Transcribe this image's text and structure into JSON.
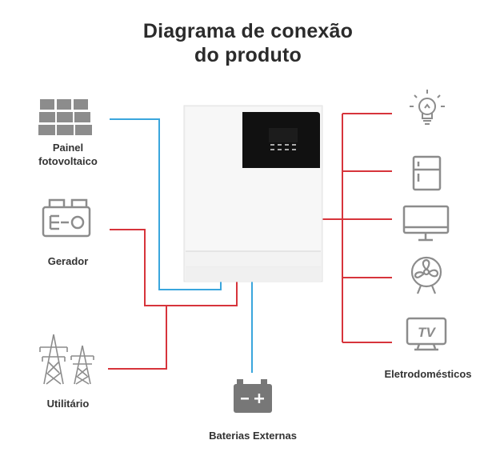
{
  "title": {
    "line1": "Diagrama de conexão",
    "line2": "do produto"
  },
  "labels": {
    "solar_line1": "Painel",
    "solar_line2": "fotovoltaico",
    "generator": "Gerador",
    "utility": "Utilitário",
    "battery": "Baterias Externas",
    "appliances": "Eletrodomésticos",
    "tv_text": "TV"
  },
  "icons": {
    "solar": "solar-panel-icon",
    "generator": "generator-icon",
    "utility": "power-tower-icon",
    "battery": "battery-icon",
    "bulb": "light-bulb-icon",
    "fridge": "refrigerator-icon",
    "monitor": "monitor-icon",
    "fan": "fan-icon",
    "tv": "tv-icon"
  },
  "colors": {
    "dc_line": "#3aa6dd",
    "ac_line": "#d7343b",
    "icon_gray": "#8c8c8c",
    "battery_body": "#777777"
  }
}
